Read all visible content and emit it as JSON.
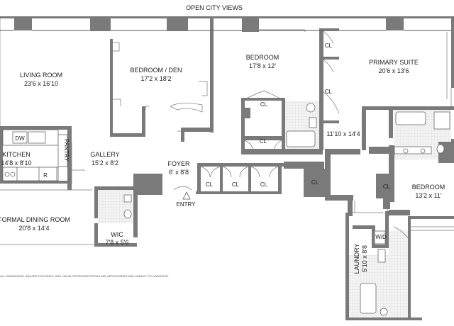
{
  "header": {
    "views_label": "OPEN CITY VIEWS"
  },
  "rooms": {
    "living": {
      "name": "LIVING ROOM",
      "dims": "23'6 x 16'10"
    },
    "bedroom_den": {
      "name": "BEDROOM / DEN",
      "dims": "17'2 x 18'2"
    },
    "bedroom_mid": {
      "name": "BEDROOM",
      "dims": "17'8 x 12'"
    },
    "primary": {
      "name": "PRIMARY SUITE",
      "dims": "20'6 x 13'6"
    },
    "primary_dressing": {
      "dims": "11'10 x 14'4"
    },
    "kitchen": {
      "name": "KITCHEN",
      "dims": "14'8 x 8'10"
    },
    "gallery": {
      "name": "GALLERY",
      "dims": "15'2 x 8'2"
    },
    "foyer": {
      "name": "FOYER",
      "dims": "6' x 8'8"
    },
    "dining": {
      "name": "FORMAL DINING ROOM",
      "dims": "20'8 x 14'4"
    },
    "wic": {
      "name": "WIC",
      "dims": "7'8 x 5'6"
    },
    "bedroom_east": {
      "name": "BEDROOM",
      "dims": "13'2 x 11'"
    },
    "laundry": {
      "name": "LAUNDRY",
      "dims": "5'10 x 8'8"
    }
  },
  "labels": {
    "closet": "CL",
    "pantry": "PANTRY",
    "dishwasher": "DW",
    "refrigerator": "R",
    "washer_dryer": "W/D",
    "entry": "ENTRY"
  },
  "disclaimer": "ALL DIMENSIONS, SQUARE FOOTAGES, AND VISUAL REPRESENTATIONS ARE APPROXIMATE AND SUBJECT TO VARIATION."
}
